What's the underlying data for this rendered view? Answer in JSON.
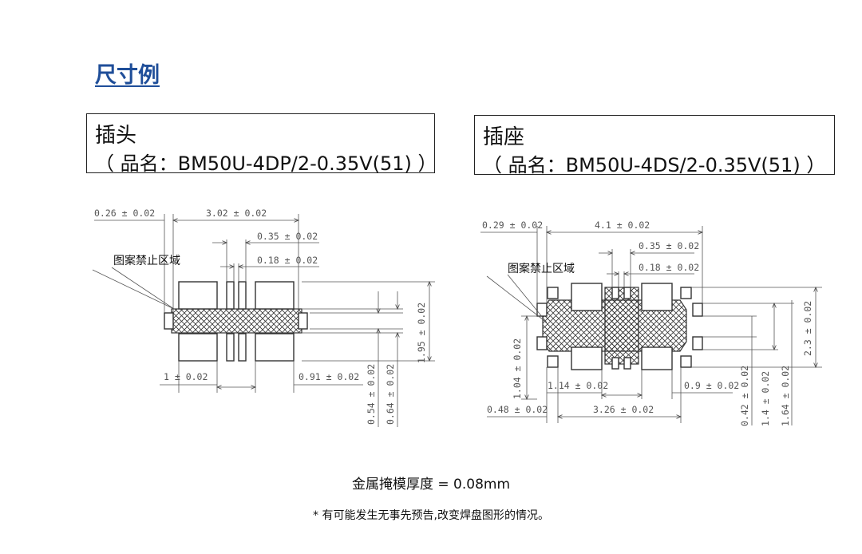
{
  "title": "尺寸例",
  "plug": {
    "heading": "插头",
    "part": "（ 品名：BM50U-4DP/2-0.35V(51) ）",
    "keepout": "图案禁止区域",
    "dims": {
      "a": "0.26 ± 0.02",
      "b": "3.02 ± 0.02",
      "c": "0.35 ± 0.02",
      "d": "0.18 ± 0.02",
      "e": "1.95 ± 0.02",
      "f": "1 ± 0.02",
      "g": "0.91 ± 0.02",
      "h": "0.54 ± 0.02",
      "i": "0.64 ± 0.02"
    }
  },
  "socket": {
    "heading": "插座",
    "part": "（ 品名：BM50U-4DS/2-0.35V(51) ）",
    "keepout": "图案禁止区域",
    "dims": {
      "a": "0.29 ± 0.02",
      "b": "4.1 ± 0.02",
      "c": "0.35 ± 0.02",
      "d": "0.18 ± 0.02",
      "e": "2.3 ± 0.02",
      "f": "1.04 ± 0.02",
      "g": "1.14 ± 0.02",
      "h": "0.9 ± 0.02",
      "j": "0.48 ± 0.02",
      "k": "3.26 ± 0.02",
      "l": "0.42 ± 0.02",
      "m": "1.4 ± 0.02",
      "n": "1.64 ± 0.02"
    }
  },
  "footer": {
    "stencil": "金属掩模厚度 = 0.08mm",
    "note": "* 有可能发生无事先预告,改变焊盘图形的情况。"
  }
}
